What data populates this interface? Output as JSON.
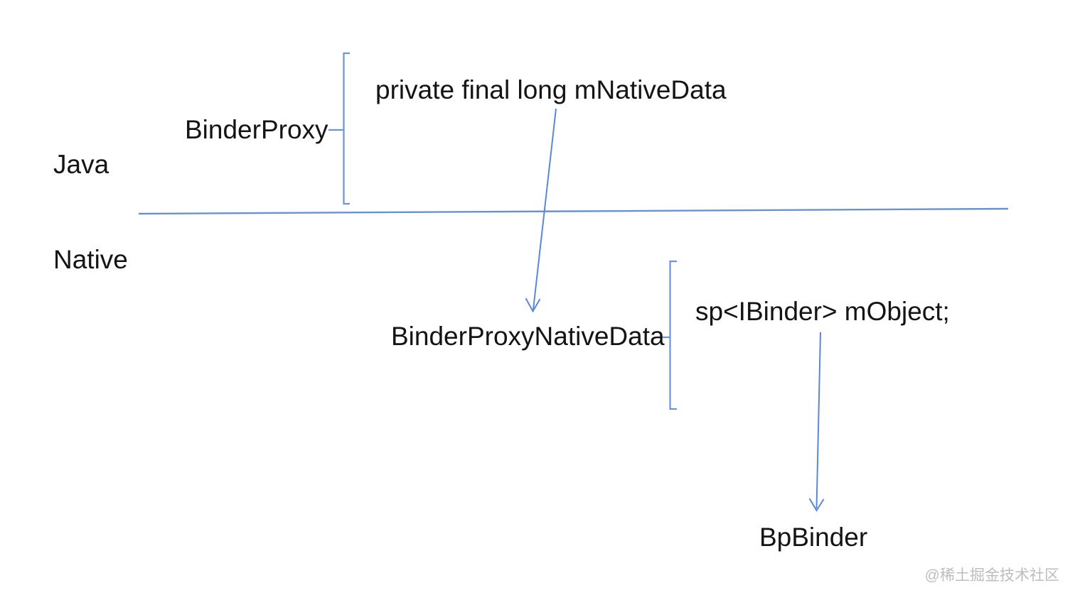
{
  "colors": {
    "arrow_blue": "#5b87d6",
    "bracket_blue": "#6e93d6",
    "divider_blue": "#6c92c8",
    "text": "#141414",
    "watermark_gray": "#bdbdbd",
    "background": "#ffffff"
  },
  "layers": {
    "java_label": "Java",
    "native_label": "Native"
  },
  "java_layer": {
    "class_label": "BinderProxy",
    "field_label": "private final long mNativeData"
  },
  "native_layer": {
    "class_label": "BinderProxyNativeData",
    "field_label": "sp<IBinder> mObject;",
    "arrow_target_label": "BpBinder"
  },
  "watermark": {
    "text": "@稀土掘金技术社区"
  }
}
